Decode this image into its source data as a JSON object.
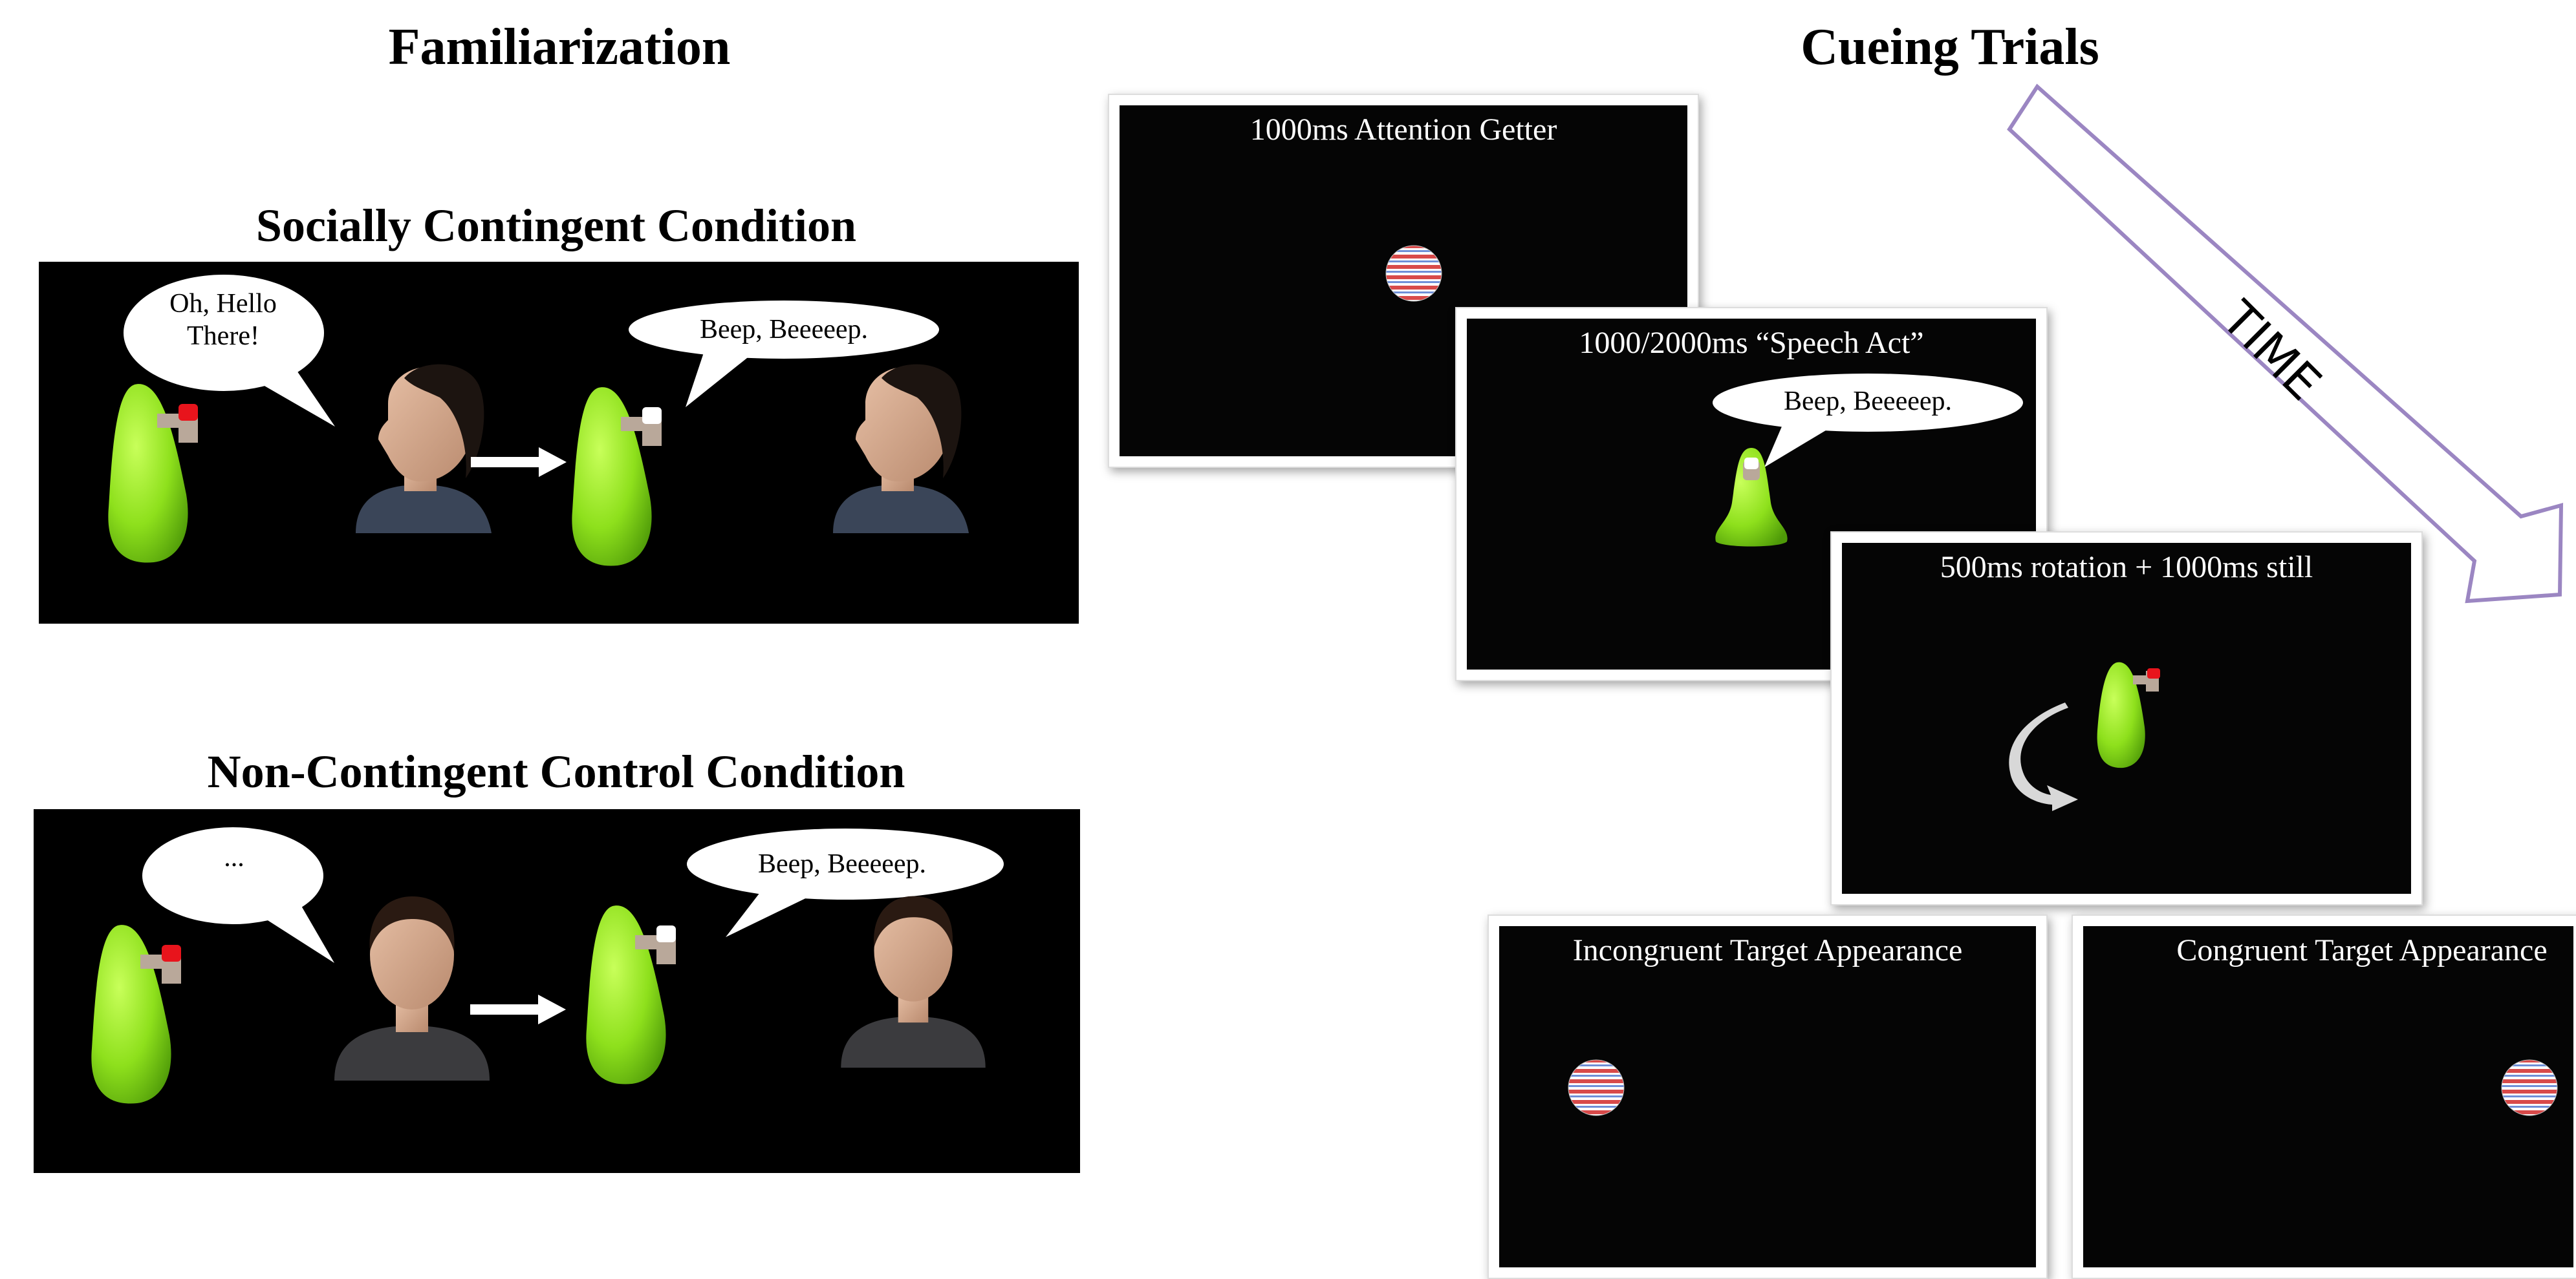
{
  "familiarization": {
    "title": "Familiarization",
    "social": {
      "title": "Socially Contingent Condition",
      "person_speech": "Oh, Hello There!",
      "robot_speech": "Beep, Beeeeep."
    },
    "control": {
      "title": "Non-Contingent Control Condition",
      "person_speech": "...",
      "robot_speech": "Beep, Beeeeep."
    }
  },
  "cueing": {
    "title": "Cueing Trials",
    "time_label": "TIME",
    "frames": {
      "attention": {
        "label": "1000ms Attention Getter"
      },
      "speech": {
        "label": "1000/2000ms “Speech Act”",
        "bubble": "Beep, Beeeeep."
      },
      "rotation": {
        "label": "500ms rotation + 1000ms still"
      },
      "incongruent": {
        "label": "Incongruent Target Appearance"
      },
      "congruent": {
        "label": "Congruent Target Appearance"
      }
    }
  },
  "colors": {
    "robot_green": "#8ee01c",
    "button_red": "#e8141c",
    "arrow_purple": "#9b86c2"
  }
}
